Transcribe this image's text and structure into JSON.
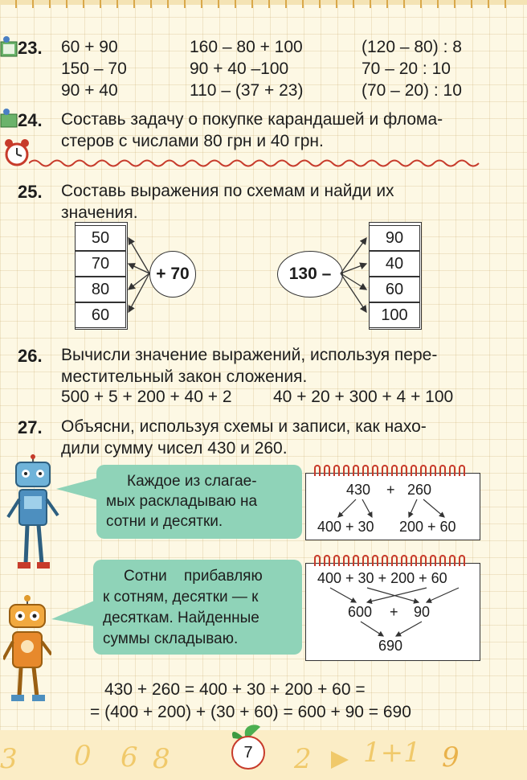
{
  "task23": {
    "number": "23.",
    "col1": [
      "60 + 90",
      "150 – 70",
      "90 + 40"
    ],
    "col2": [
      "160 – 80 + 100",
      "90 + 40 –100",
      "110 – (37 + 23)"
    ],
    "col3": [
      "(120 – 80) : 8",
      "70 – 20 : 10",
      "(70 – 20) : 10"
    ]
  },
  "task24": {
    "number": "24.",
    "line1": "Составь задачу о покупке карандашей и флома-",
    "line2": "стеров с числами 80 грн и 40 грн."
  },
  "task25": {
    "number": "25.",
    "line1": "Составь выражения по схемам и найди их",
    "line2": "значения.",
    "left_boxes": [
      "50",
      "70",
      "80",
      "60"
    ],
    "left_oval": "+ 70",
    "right_oval": "130 –",
    "right_boxes": [
      "90",
      "40",
      "60",
      "100"
    ]
  },
  "task26": {
    "number": "26.",
    "line1": "Вычисли значение выражений, используя пере-",
    "line2": "местительный закон сложения.",
    "expr1": "500 + 5 + 200 + 40 + 2",
    "expr2": "40 + 20 + 300 + 4 + 100"
  },
  "task27": {
    "number": "27.",
    "line1": "Объясни, используя схемы и записи, как нахо-",
    "line2": "дили сумму чисел 430 и 260.",
    "bubble1": [
      "Каждое из слагае-",
      "мых раскладываю на",
      "сотни и десятки."
    ],
    "bubble2": [
      "Сотни прибавляю",
      "к сотням, десятки — к",
      "десяткам. Найденные",
      "суммы складываю."
    ],
    "pad1_top_a": "430",
    "pad1_plus": "+",
    "pad1_top_b": "260",
    "pad1_bottom_a": "400 + 30",
    "pad1_bottom_b": "200 + 60",
    "pad2_top": "400 + 30 + 200 + 60",
    "pad2_mid_a": "600",
    "pad2_plus": "+",
    "pad2_mid_b": "90",
    "pad2_result": "690",
    "final1": "430 + 260 = 400 + 30 + 200 + 60 =",
    "final2": "= (400 + 200) + (30 + 60) = 600 + 90 = 690"
  },
  "page_number": "7",
  "footer_decor": [
    "3",
    "0",
    "6",
    "8",
    "2",
    "1+1",
    "9"
  ],
  "colors": {
    "accent_red": "#c73b2b",
    "bubble": "#8fd3b8",
    "paper": "#fdf8e4"
  }
}
